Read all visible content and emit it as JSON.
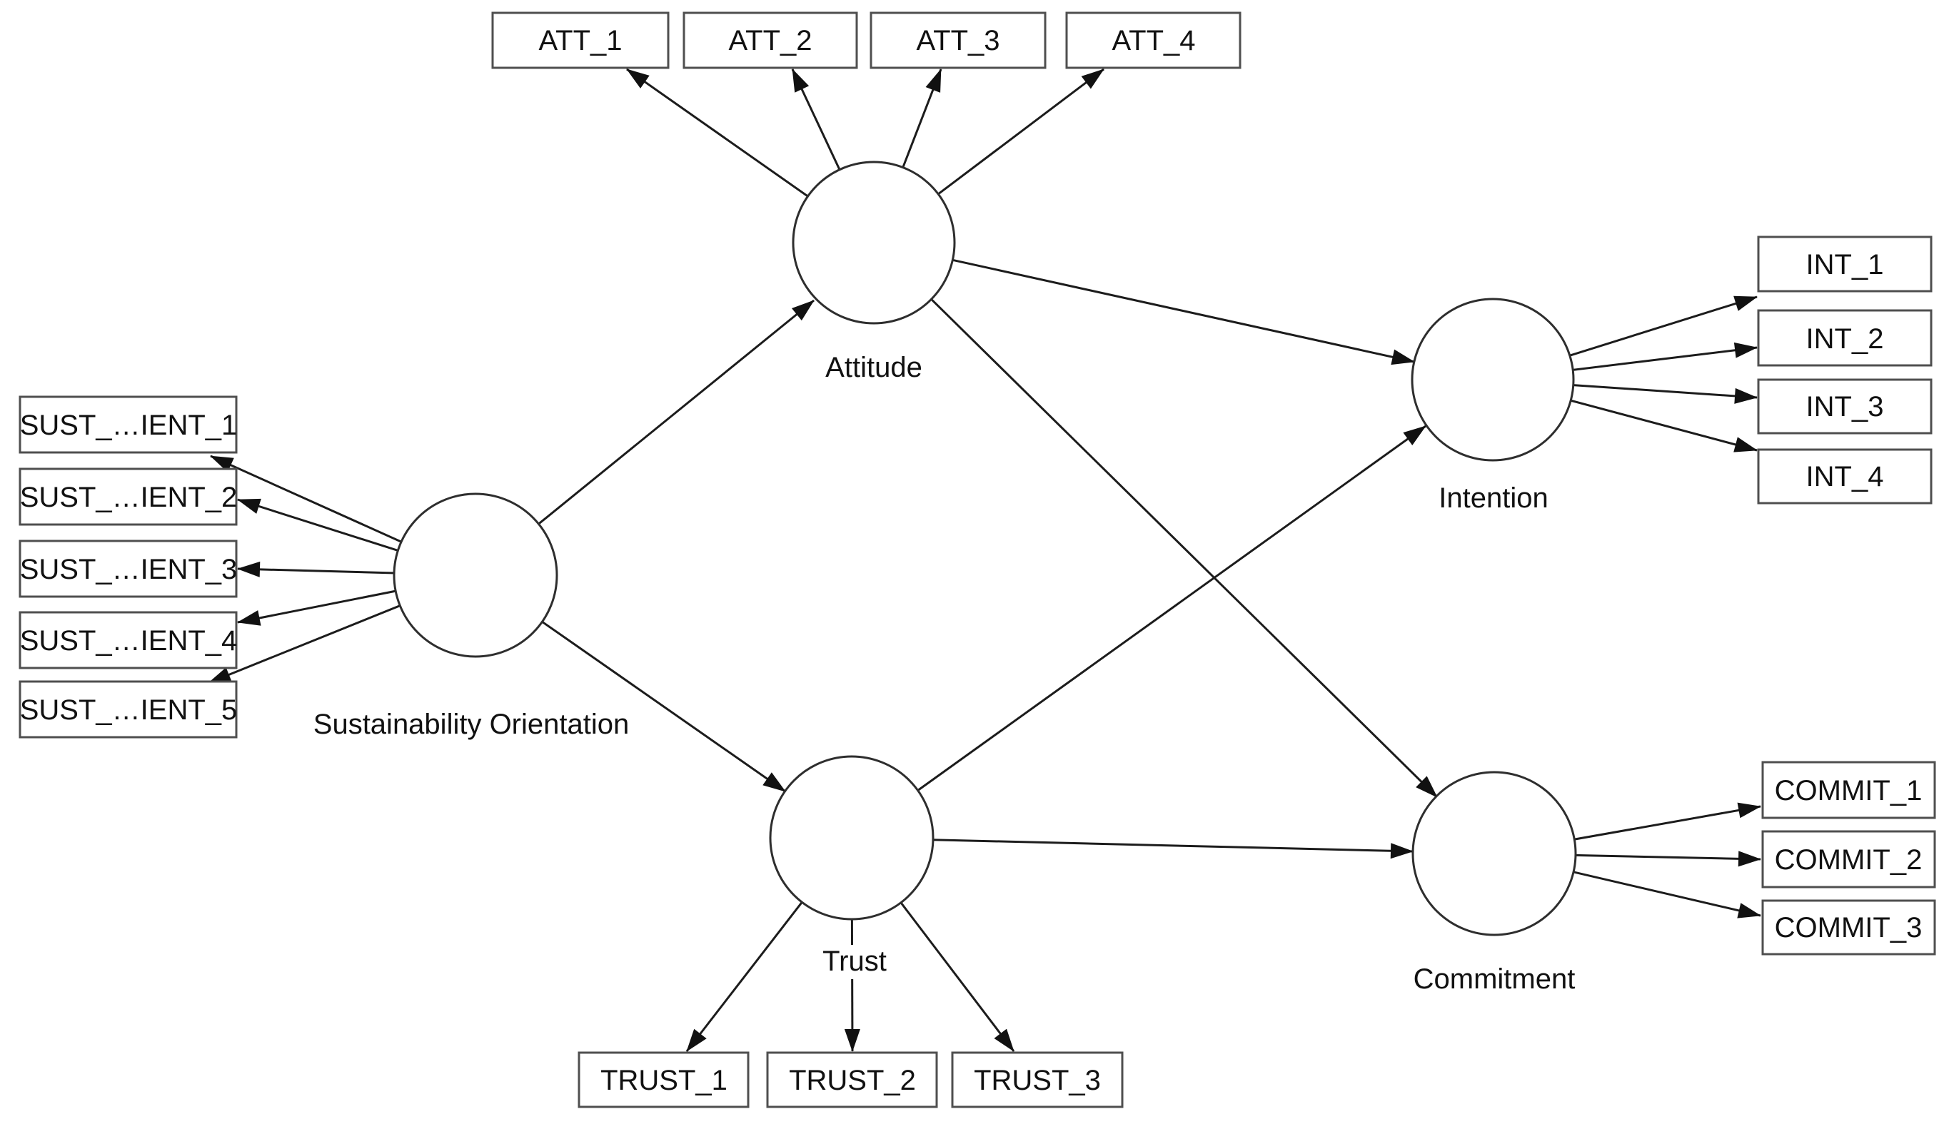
{
  "diagram": {
    "kind": "structural-equation-model",
    "colors": {
      "background": "#ffffff",
      "line": "#1c1c1c",
      "circle_stroke": "#2e2e2e",
      "box_border": "#4f4f4f",
      "text": "#111111"
    }
  },
  "latent": {
    "so": {
      "label": "Sustainability Orientation"
    },
    "attitude": {
      "label": "Attitude"
    },
    "trust": {
      "label": "Trust"
    },
    "intention": {
      "label": "Intention"
    },
    "commitment": {
      "label": "Commitment"
    }
  },
  "indicators": {
    "so": [
      "SUST_…IENT_1",
      "SUST_…IENT_2",
      "SUST_…IENT_3",
      "SUST_…IENT_4",
      "SUST_…IENT_5"
    ],
    "attitude": [
      "ATT_1",
      "ATT_2",
      "ATT_3",
      "ATT_4"
    ],
    "trust": [
      "TRUST_1",
      "TRUST_2",
      "TRUST_3"
    ],
    "intention": [
      "INT_1",
      "INT_2",
      "INT_3",
      "INT_4"
    ],
    "commitment": [
      "COMMIT_1",
      "COMMIT_2",
      "COMMIT_3"
    ]
  },
  "edges": {
    "structural": [
      {
        "from": "Sustainability Orientation",
        "to": "Attitude"
      },
      {
        "from": "Sustainability Orientation",
        "to": "Trust"
      },
      {
        "from": "Attitude",
        "to": "Intention"
      },
      {
        "from": "Attitude",
        "to": "Commitment"
      },
      {
        "from": "Trust",
        "to": "Intention"
      },
      {
        "from": "Trust",
        "to": "Commitment"
      }
    ]
  }
}
